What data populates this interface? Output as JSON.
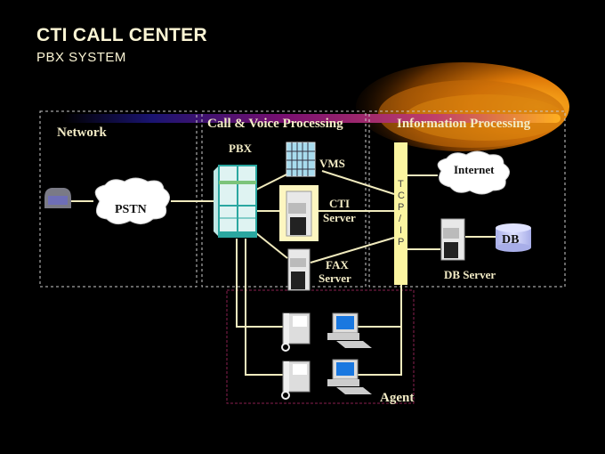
{
  "header": {
    "title": "CTI  CALL CENTER",
    "subtitle": "PBX  SYSTEM"
  },
  "sections": {
    "network": "Network",
    "call_voice": "Call & Voice Processing",
    "information": "Information Processing",
    "agent": "Agent"
  },
  "nodes": {
    "pstn": "PSTN",
    "pbx": "PBX",
    "vms": "VMS",
    "cti_server_line1": "CTI",
    "cti_server_line2": "Server",
    "fax_server_line1": "FAX",
    "fax_server_line2": "Server",
    "tcpip": [
      "T",
      "C",
      "P",
      "/",
      "I",
      "P"
    ],
    "internet": "Internet",
    "db": "DB",
    "db_server": "DB Server"
  },
  "colors": {
    "background": "#000000",
    "text": "#f3ecc6",
    "connector": "#f1ebbe",
    "tcpip_bus": "#fbf5a0",
    "highlight_glow": "#ff9a10",
    "pbx_teal": "#2aa7a0",
    "db": "#c8ccf2",
    "monitor_screen": "#1a78e0"
  }
}
